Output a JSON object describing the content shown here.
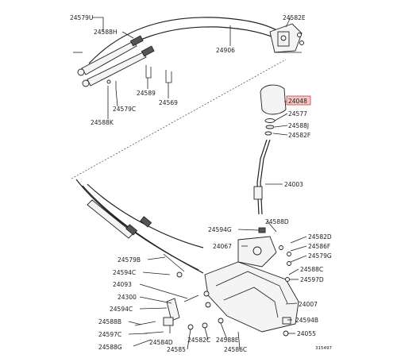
{
  "diagram": {
    "callouts": [
      {
        "id": "c-24579u",
        "text": "24579U"
      },
      {
        "id": "c-24582e",
        "text": "24582E"
      },
      {
        "id": "c-24588h",
        "text": "24588H"
      },
      {
        "id": "c-24906",
        "text": "24906"
      },
      {
        "id": "c-24589",
        "text": "24589"
      },
      {
        "id": "c-24569",
        "text": "24569"
      },
      {
        "id": "c-24579c",
        "text": "24579C"
      },
      {
        "id": "c-24588k",
        "text": "24588K"
      },
      {
        "id": "c-24048",
        "text": "24048",
        "highlighted": true
      },
      {
        "id": "c-24577",
        "text": "24577"
      },
      {
        "id": "c-24588j",
        "text": "24588J"
      },
      {
        "id": "c-24582f",
        "text": "24582F"
      },
      {
        "id": "c-24003",
        "text": "24003"
      },
      {
        "id": "c-24594g",
        "text": "24594G"
      },
      {
        "id": "c-24588d",
        "text": "24588D"
      },
      {
        "id": "c-24582d",
        "text": "24582D"
      },
      {
        "id": "c-24067",
        "text": "24067"
      },
      {
        "id": "c-24586f",
        "text": "24586F"
      },
      {
        "id": "c-24579g",
        "text": "24579G"
      },
      {
        "id": "c-24579b",
        "text": "24579B"
      },
      {
        "id": "c-24588c",
        "text": "24588C"
      },
      {
        "id": "c-24594c",
        "text": "24594C"
      },
      {
        "id": "c-24597d",
        "text": "24597D"
      },
      {
        "id": "c-24093",
        "text": "24093"
      },
      {
        "id": "c-24300",
        "text": "24300"
      },
      {
        "id": "c-24007",
        "text": "24007"
      },
      {
        "id": "c-24594c-2",
        "text": "24594C"
      },
      {
        "id": "c-24588b",
        "text": "24588B"
      },
      {
        "id": "c-24594b",
        "text": "24594B"
      },
      {
        "id": "c-24597c",
        "text": "24597C"
      },
      {
        "id": "c-24584d",
        "text": "24584D"
      },
      {
        "id": "c-24588e",
        "text": "24588E"
      },
      {
        "id": "c-24055",
        "text": "24055"
      },
      {
        "id": "c-24588g",
        "text": "24588G"
      },
      {
        "id": "c-24585",
        "text": "24585"
      },
      {
        "id": "c-24582c",
        "text": "24582C"
      },
      {
        "id": "c-24586c",
        "text": "24586C"
      }
    ],
    "figure_code": "315497"
  }
}
